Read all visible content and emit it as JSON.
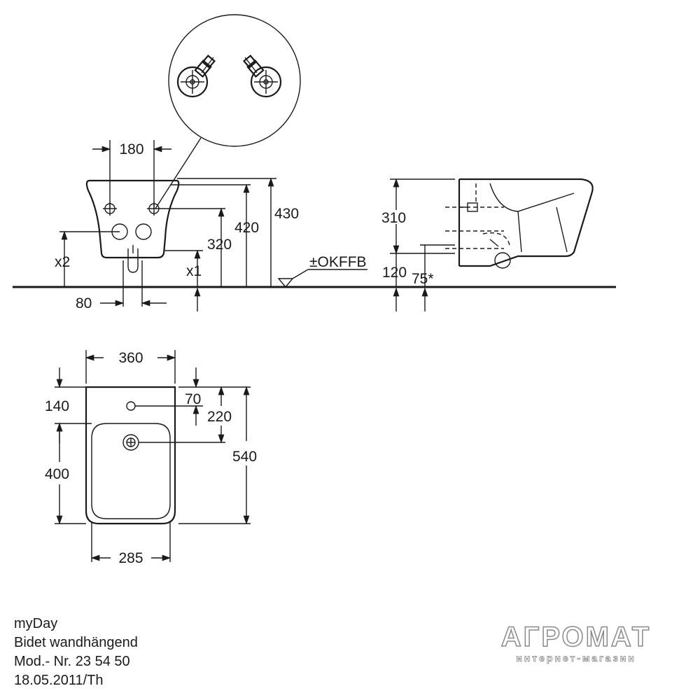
{
  "dimensions": {
    "front_faucet_spacing": "180",
    "front_height_total": "430",
    "front_height_upper": "420",
    "front_height_inlet": "320",
    "front_x1": "x1",
    "front_x2": "x2",
    "front_outlet_offset": "80",
    "side_height_310": "310",
    "side_height_120": "120",
    "side_offset_75": "75*",
    "floor_ref": "±OKFFB",
    "top_width_360": "360",
    "top_depth_140": "140",
    "top_hole_70": "70",
    "top_hole_220": "220",
    "top_length_540": "540",
    "top_bowl_400": "400",
    "top_bottom_285": "285"
  },
  "title_block": {
    "line1": "myDay",
    "line2": "Bidet wandhängend",
    "line3": "Mod.- Nr. 23 54 50",
    "line4": "18.05.2011/Th"
  },
  "logo": {
    "main": "АГРОМАТ",
    "sub": "интернет-магазин"
  }
}
